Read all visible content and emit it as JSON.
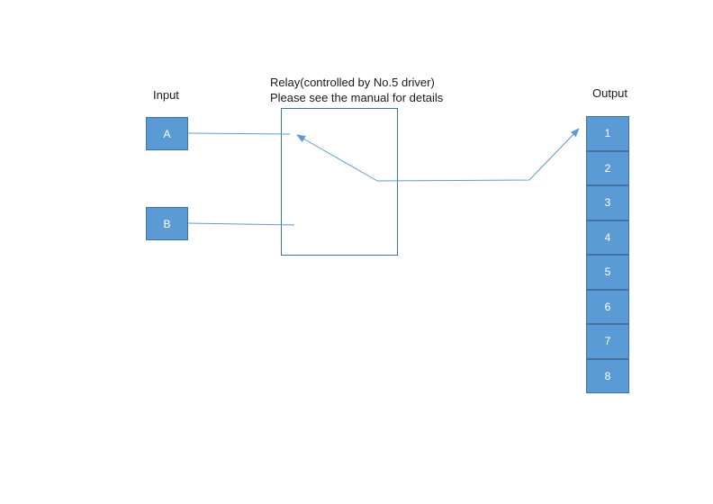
{
  "labels": {
    "input": "Input",
    "output": "Output",
    "relay_title": "Relay(controlled by No.5 driver)",
    "relay_subtitle": "Please see the manual for details"
  },
  "inputs": [
    "A",
    "B"
  ],
  "outputs": [
    "1",
    "2",
    "3",
    "4",
    "5",
    "6",
    "7",
    "8"
  ],
  "colors": {
    "box_fill": "#5b9bd5",
    "box_border": "#41719c",
    "line": "#5b9bd5"
  }
}
